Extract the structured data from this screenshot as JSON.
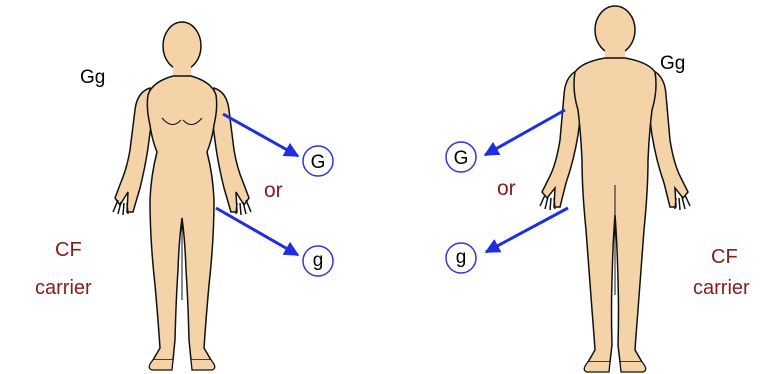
{
  "colors": {
    "skin": "#f3d3a7",
    "outline": "#111111",
    "arrow": "#1f2fe0",
    "label_red": "#8b1a1a",
    "circle": "#2b35e6"
  },
  "left": {
    "genotype": "Gg",
    "gamete_top": "G",
    "gamete_bottom": "g",
    "or": "or",
    "status_line1": "CF",
    "status_line2": "carrier"
  },
  "right": {
    "genotype": "Gg",
    "gamete_top": "G",
    "gamete_bottom": "g",
    "or": "or",
    "status_line1": "CF",
    "status_line2": "carrier"
  }
}
